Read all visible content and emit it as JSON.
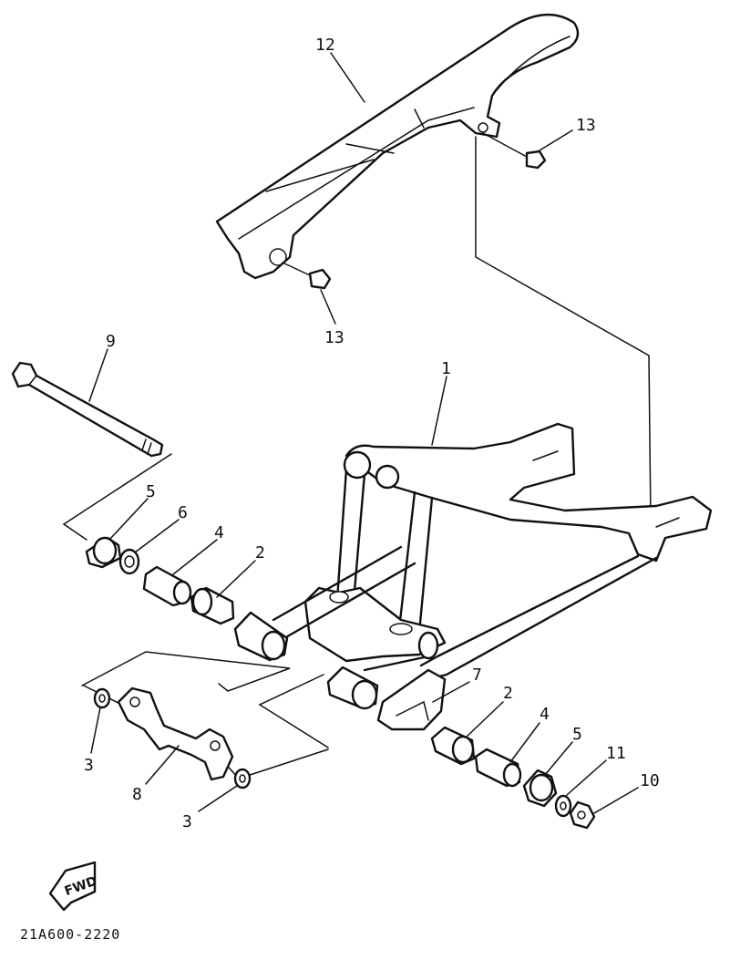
{
  "diagram_code": "21A600-2220",
  "fwd_label": "FWD",
  "callouts": [
    {
      "id": "c12",
      "text": "12"
    },
    {
      "id": "c13a",
      "text": "13"
    },
    {
      "id": "c13b",
      "text": "13"
    },
    {
      "id": "c9",
      "text": "9"
    },
    {
      "id": "c1",
      "text": "1"
    },
    {
      "id": "c5a",
      "text": "5"
    },
    {
      "id": "c6",
      "text": "6"
    },
    {
      "id": "c4a",
      "text": "4"
    },
    {
      "id": "c2a",
      "text": "2"
    },
    {
      "id": "c7",
      "text": "7"
    },
    {
      "id": "c2b",
      "text": "2"
    },
    {
      "id": "c4b",
      "text": "4"
    },
    {
      "id": "c5b",
      "text": "5"
    },
    {
      "id": "c11",
      "text": "11"
    },
    {
      "id": "c10",
      "text": "10"
    },
    {
      "id": "c3a",
      "text": "3"
    },
    {
      "id": "c8",
      "text": "8"
    },
    {
      "id": "c3b",
      "text": "3"
    }
  ]
}
